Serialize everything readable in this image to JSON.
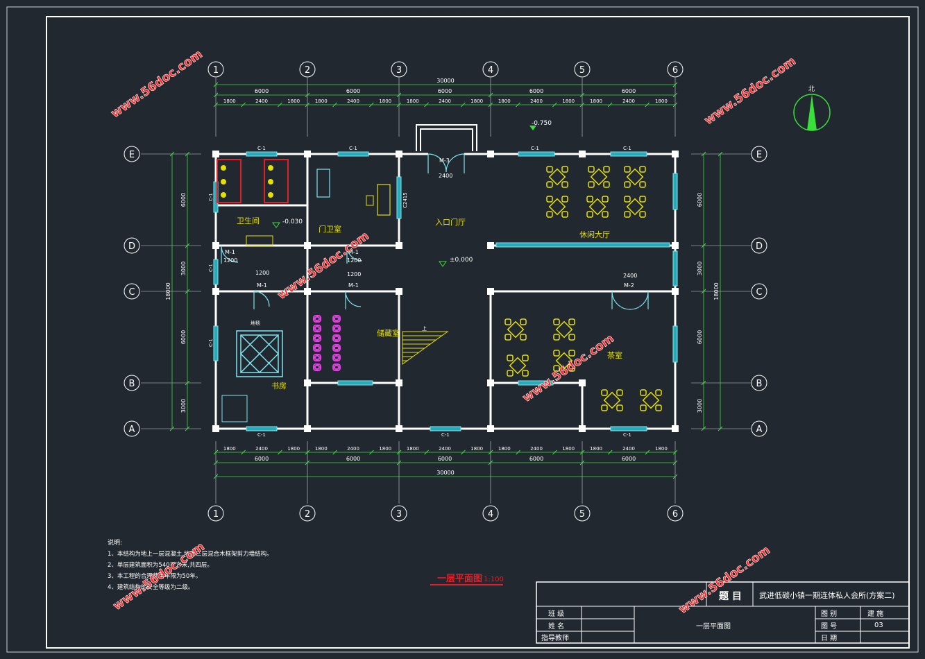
{
  "axes": {
    "cols": [
      "1",
      "2",
      "3",
      "4",
      "5",
      "6"
    ],
    "rows": [
      "A",
      "B",
      "C",
      "D",
      "E"
    ]
  },
  "dims": {
    "total": "30000",
    "bays": [
      "6000",
      "6000",
      "6000",
      "6000",
      "6000"
    ],
    "sub": [
      "1800",
      "2400",
      "1800",
      "1800",
      "2400",
      "1800",
      "1800",
      "2400",
      "1800",
      "1800",
      "2400",
      "1800",
      "1800",
      "2400",
      "1800"
    ],
    "left_total": "18000",
    "left_segments": [
      "3000",
      "6000",
      "3000",
      "6000"
    ],
    "right_total": "18000",
    "right_segments": [
      "3000",
      "6000",
      "3000",
      "6000"
    ]
  },
  "rooms": {
    "toilet": "卫生间",
    "guard": "门卫室",
    "lobby": "入口门厅",
    "lounge": "休闲大厅",
    "storage": "储藏室",
    "study": "书房",
    "tea": "茶室"
  },
  "elevations": {
    "toilet": "-0.030",
    "outside": "-0.750",
    "lobby": "±0.000"
  },
  "openings": {
    "c1": "C-1",
    "c2415": "C2415",
    "m1": "M-1",
    "m2": "M-2",
    "m3": "M-3",
    "w1200": "1200",
    "w2400": "2400",
    "stair_up": "上",
    "carpet": "地毯"
  },
  "north": "北",
  "drawing_title": "一层平面图",
  "drawing_scale": "1:100",
  "notes": {
    "heading": "说明:",
    "lines": [
      "1、本结构为地上一层混凝土,地面三层混合木框架剪力墙结构。",
      "2、单层建筑面积为540平方米,共四层。",
      "3、本工程的合理使用年限为50年。",
      "4、建筑结构的安全等级为二级。"
    ]
  },
  "watermark": "www.56doc.com",
  "title_block": {
    "subject_label": "题 目",
    "subject": "武进低碳小镇一期连体私人会所(方案二)",
    "class_label": "班 级",
    "name_label": "姓 名",
    "teacher_label": "指导教师",
    "drawing_name": "一层平面图",
    "category_label": "图 别",
    "category": "建 施",
    "number_label": "图 号",
    "number": "03",
    "date_label": "日 期"
  }
}
